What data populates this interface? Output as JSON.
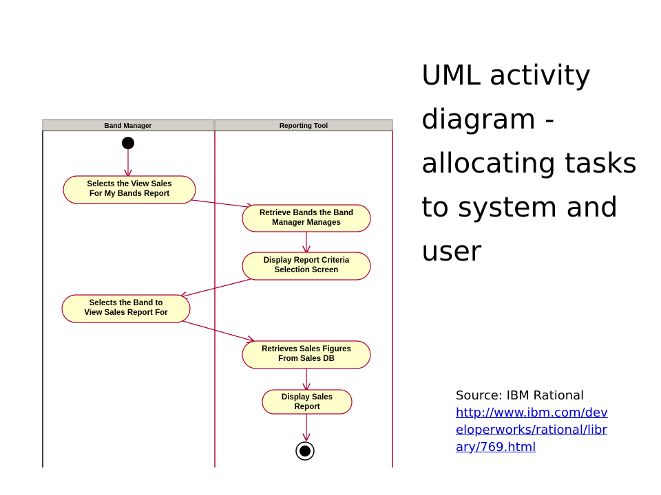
{
  "title": "UML activity diagram - allocating tasks to system and user",
  "source": {
    "label": "Source: IBM Rational",
    "url": "http://www.ibm.com/developerworks/rational/library/769.html",
    "url_lines": [
      "http://www.ibm.com/dev",
      "eloperworks/rational/libr",
      "ary/769.html"
    ]
  },
  "diagram": {
    "lanes": [
      "Band Manager",
      "Reporting Tool"
    ],
    "activities": [
      {
        "id": "a1",
        "lane": "Band Manager",
        "lines": [
          "Selects the View Sales",
          "For My Bands Report"
        ]
      },
      {
        "id": "a2",
        "lane": "Reporting Tool",
        "lines": [
          "Retrieve Bands the Band",
          "Manager Manages"
        ]
      },
      {
        "id": "a3",
        "lane": "Reporting Tool",
        "lines": [
          "Display Report Criteria",
          "Selection Screen"
        ]
      },
      {
        "id": "a4",
        "lane": "Band Manager",
        "lines": [
          "Selects the Band to",
          "View Sales Report For"
        ]
      },
      {
        "id": "a5",
        "lane": "Reporting Tool",
        "lines": [
          "Retrieves Sales Figures",
          "From Sales DB"
        ]
      },
      {
        "id": "a6",
        "lane": "Reporting Tool",
        "lines": [
          "Display Sales",
          "Report"
        ]
      }
    ],
    "colors": {
      "activity_fill": "#ffffcc",
      "line": "#b0003a",
      "header": "#d4d0c8"
    }
  }
}
